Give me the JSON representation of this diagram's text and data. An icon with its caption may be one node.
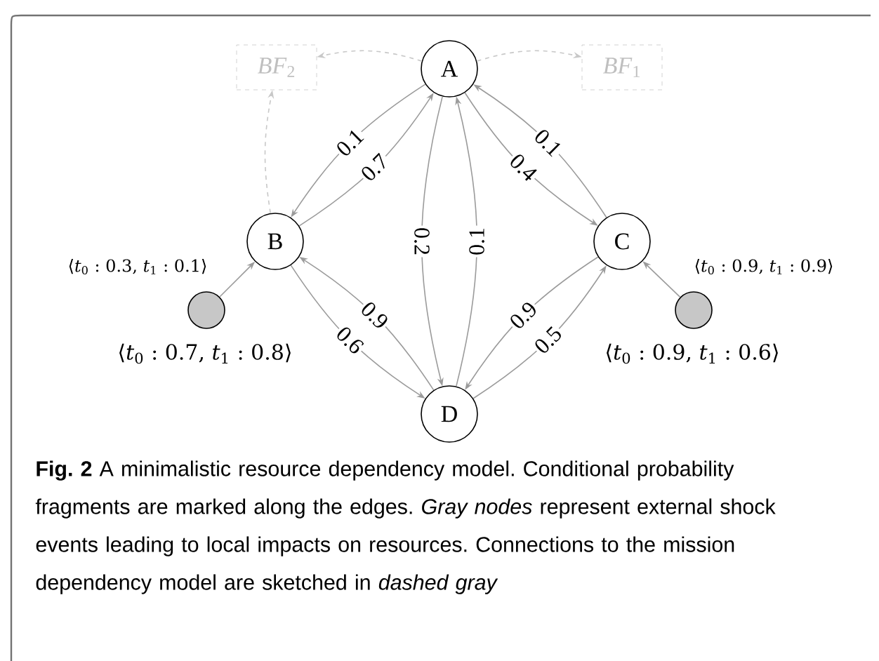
{
  "diagram": {
    "caption": "**Fig. 2** A minimalistic resource dependency model. Conditional probability fragments are marked along the edges. *Gray nodes* represent external shock events leading to local impacts on resources. Connections to the mission dependency model are sketched in *dashed gray*",
    "nodes": [
      {
        "text": [
          "A"
        ]
      },
      {
        "text": [
          "B"
        ]
      },
      {
        "text": [
          "C"
        ]
      },
      {
        "text": [
          "D"
        ]
      },
      {
        "text": [
          "*BF*$_{2}$"
        ]
      },
      {
        "text": [
          "*BF*$_{1}$"
        ]
      },
      {
        "text": [],
        "shape": "circle",
        "beside": [
          "⟨*t*$_{0}$ : 0.7, *t*$_{1}$ : 0.8⟩"
        ]
      },
      {
        "text": [],
        "shape": "circle",
        "beside": [
          "⟨*t*$_{0}$ : 0.9, *t*$_{1}$ : 0.6⟩"
        ]
      }
    ],
    "edges": [
      {
        "from": 0,
        "to": 1,
        "arrow": "to",
        "label": "0.1"
      },
      {
        "from": 1,
        "to": 0,
        "arrow": "to",
        "label": "0.7"
      },
      {
        "from": 0,
        "to": 3,
        "arrow": "to",
        "label": "0.2"
      },
      {
        "from": 3,
        "to": 0,
        "arrow": "to",
        "label": "0.1"
      },
      {
        "from": 2,
        "to": 0,
        "arrow": "to",
        "label": "0.1"
      },
      {
        "from": 0,
        "to": 2,
        "arrow": "to",
        "label": "0.4"
      },
      {
        "from": 3,
        "to": 1,
        "arrow": "to",
        "label": "0.9"
      },
      {
        "from": 1,
        "to": 3,
        "arrow": "to",
        "label": "0.6"
      },
      {
        "from": 2,
        "to": 3,
        "arrow": "to",
        "label": "0.9"
      },
      {
        "from": 3,
        "to": 2,
        "arrow": "to",
        "label": "0.5"
      },
      {
        "from": 6,
        "to": 1,
        "arrow": "to",
        "label": "⟨*t*$_{0}$ : 0.3, *t*$_{1}$ : 0.1⟩"
      },
      {
        "from": 7,
        "to": 2,
        "arrow": "to",
        "label": "⟨*t*$_{0}$ : 0.9, *t*$_{1}$ : 0.9⟩"
      },
      {
        "from": 0,
        "to": 4,
        "arrow": "to",
        "style": "dashed",
        "color": "#c8c8c8"
      },
      {
        "from": 0,
        "to": 5,
        "arrow": "to",
        "style": "dashed",
        "color": "#c8c8c8"
      },
      {
        "from": 1,
        "to": 4,
        "arrow": "to",
        "style": "dashed",
        "color": "#c8c8c8"
      }
    ]
  }
}
